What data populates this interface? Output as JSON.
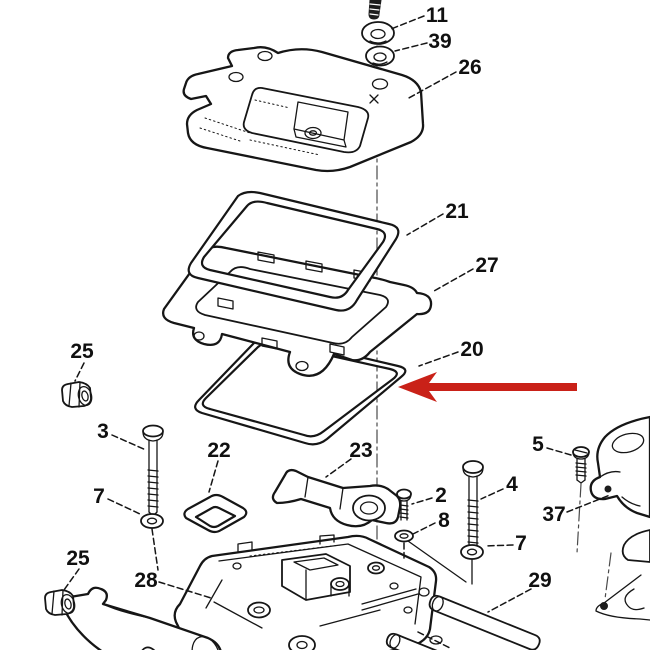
{
  "diagram": {
    "type": "exploded-parts-diagram",
    "background": "#ffffff",
    "line_color": "#161616",
    "arrow": {
      "color": "#c92118",
      "points_to_label": "20"
    },
    "callouts": [
      {
        "label": "11"
      },
      {
        "label": "39"
      },
      {
        "label": "26"
      },
      {
        "label": "21"
      },
      {
        "label": "27"
      },
      {
        "label": "20"
      },
      {
        "label": "25"
      },
      {
        "label": "3"
      },
      {
        "label": "7"
      },
      {
        "label": "22"
      },
      {
        "label": "23"
      },
      {
        "label": "2"
      },
      {
        "label": "8"
      },
      {
        "label": "5"
      },
      {
        "label": "4"
      },
      {
        "label": "37"
      },
      {
        "label": "7"
      },
      {
        "label": "25"
      },
      {
        "label": "28"
      },
      {
        "label": "29"
      }
    ]
  }
}
